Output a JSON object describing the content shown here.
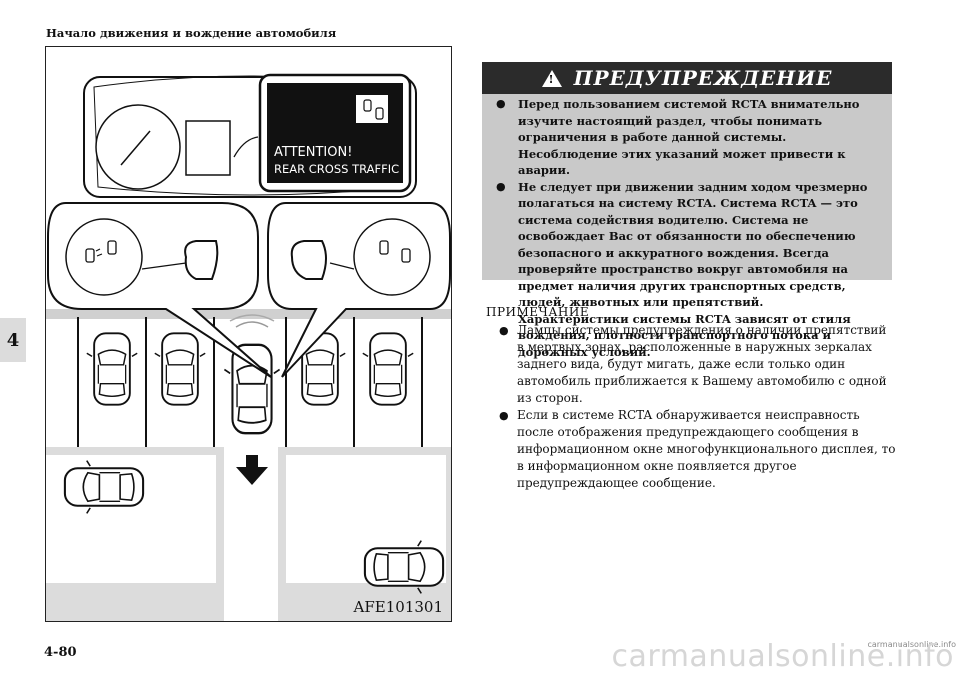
{
  "header": {
    "title": "Начало движения и вождение автомобиля"
  },
  "side_tab": {
    "chapter": "4"
  },
  "figure": {
    "display_text_line1": "ATTENTION!",
    "display_text_line2": "REAR CROSS TRAFFIC",
    "code": "AFE101301"
  },
  "warning": {
    "title": "ПРЕДУПРЕЖДЕНИЕ",
    "items": [
      "Перед пользованием системой RCTA внимательно изучите настоящий раздел, чтобы понимать ограничения в работе данной системы. Несоблюдение этих указаний может привести к аварии.",
      "Не следует при движении задним ходом чрезмерно полагаться на систему RCTA. Система RCTA — это система содействия водителю. Система не освобождает Вас от обязанности по обеспечению безопасного и аккуратного вождения. Всегда проверяйте пространство вокруг автомобиля на предмет наличия других транспортных средств, людей, животных или препятствий.",
      "Характеристики системы RCTA зависят от стиля вождения, плотности транспортного потока и дорожных условий."
    ]
  },
  "note": {
    "title": "ПРИМЕЧАНИЕ",
    "items": [
      "Лампы системы предупреждения о наличии препятствий в мертвых зонах, расположенные в наружных зеркалах заднего вида, будут мигать, даже если только один автомобиль приближается к Вашему автомобилю с одной из сторон.",
      "Если в системе RCTA обнаруживается неисправность после отображения предупреждающего сообщения в информационном окне многофункционального дисплея, то в информационном окне появляется другое предупреждающее сообщение."
    ]
  },
  "footer": {
    "page_number": "4-80",
    "watermark": "carmanualsonline.info",
    "watermark_small": "carmanualsonline.info"
  },
  "icons": {
    "bullet": "●",
    "warning": "warning-triangle-icon",
    "arrow": "arrow-down-icon"
  }
}
